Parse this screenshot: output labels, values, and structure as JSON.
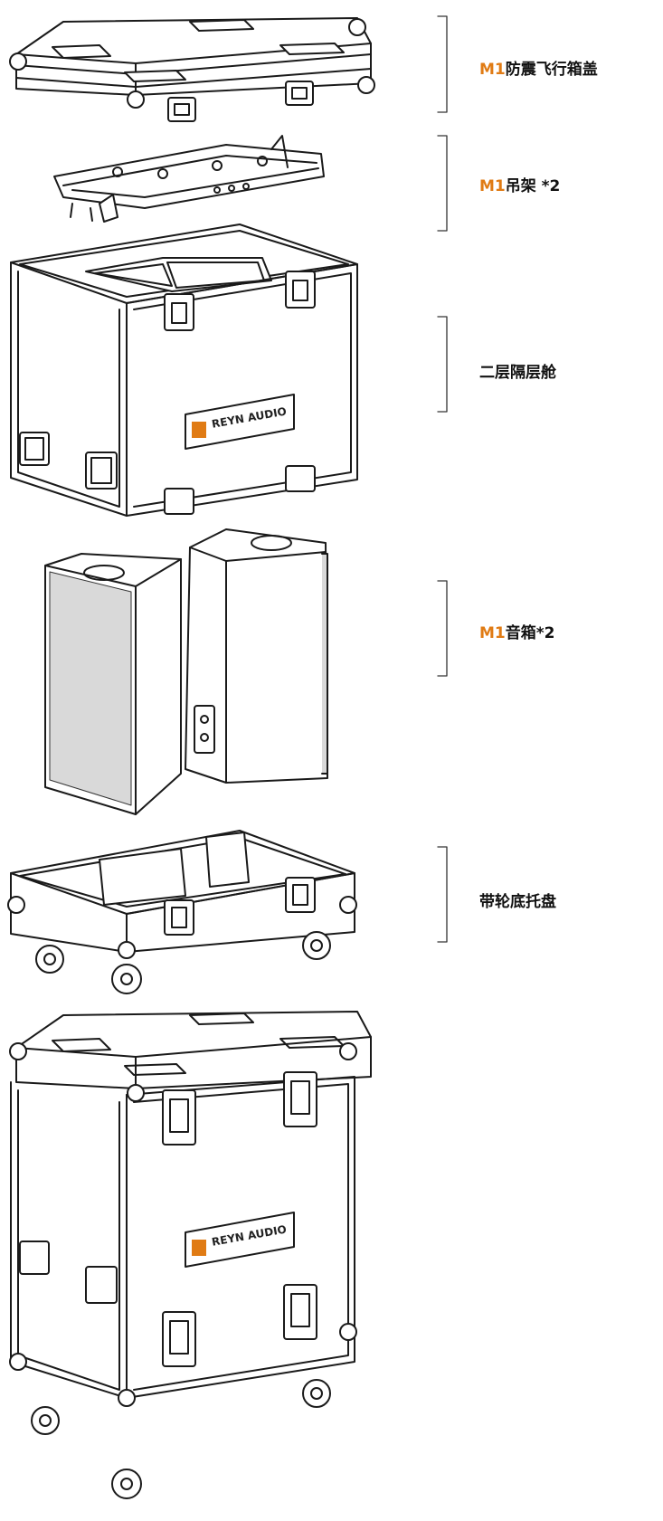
{
  "accent_color": "#e07b14",
  "labels": {
    "lid": {
      "prefix": "M1",
      "text": "防震飞行箱盖"
    },
    "bracket": {
      "prefix": "M1",
      "text": "吊架 *2"
    },
    "layer": {
      "prefix": "",
      "text": "二层隔层舱"
    },
    "speakers": {
      "prefix": "M1",
      "text": "音箱*2"
    },
    "base": {
      "prefix": "",
      "text": "带轮底托盘"
    }
  },
  "logo": {
    "brand": "REYN AUDIO"
  }
}
